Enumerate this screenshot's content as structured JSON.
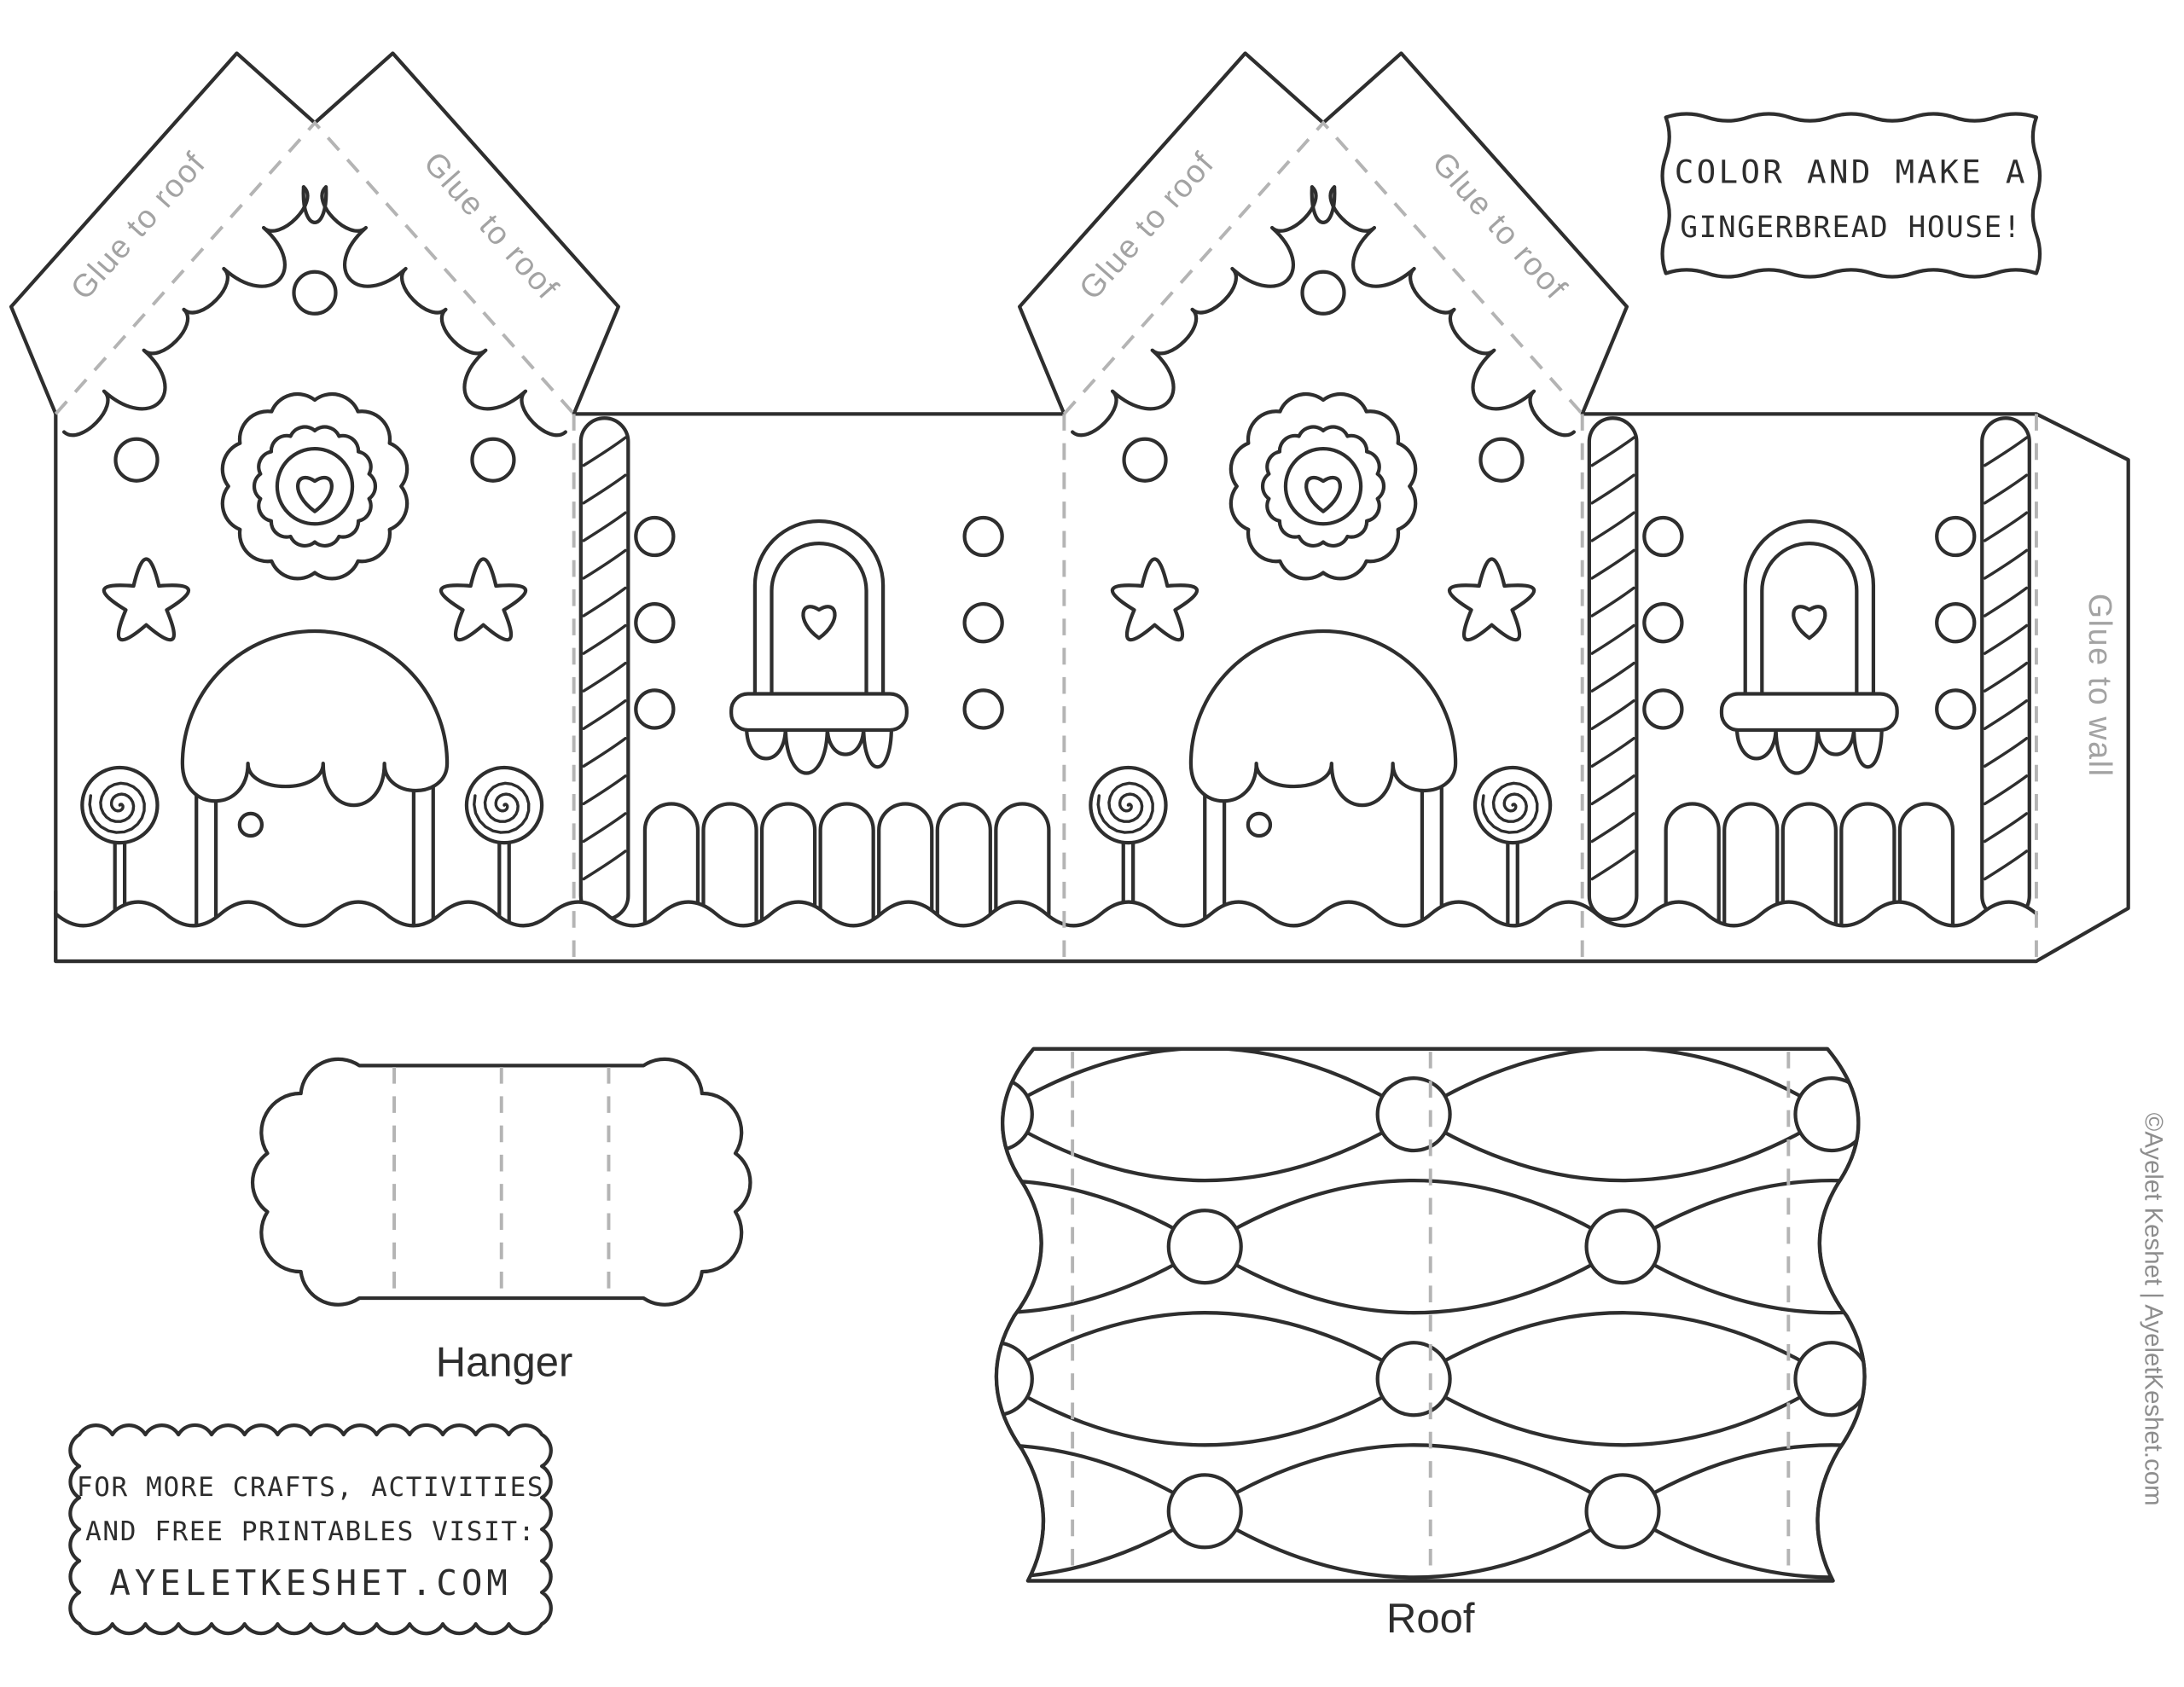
{
  "title_box": {
    "line1": "COLOR AND MAKE A",
    "line2": "GINGERBREAD HOUSE!"
  },
  "labels": {
    "glue_to_roof": "Glue to roof",
    "glue_to_wall": "Glue to wall",
    "hanger": "Hanger",
    "roof": "Roof"
  },
  "footer_box": {
    "line1": "FOR MORE CRAFTS, ACTIVITIES",
    "line2": "AND FREE PRINTABLES VISIT:",
    "line3": "AYELETKESHET.COM"
  },
  "credit": "©Ayelet Keshet | AyeletKeshet.com",
  "colors": {
    "line": "#2e2e2e",
    "fold_dash": "#b4b4b4",
    "glue_text": "#a3a3a3",
    "background": "#ffffff"
  }
}
